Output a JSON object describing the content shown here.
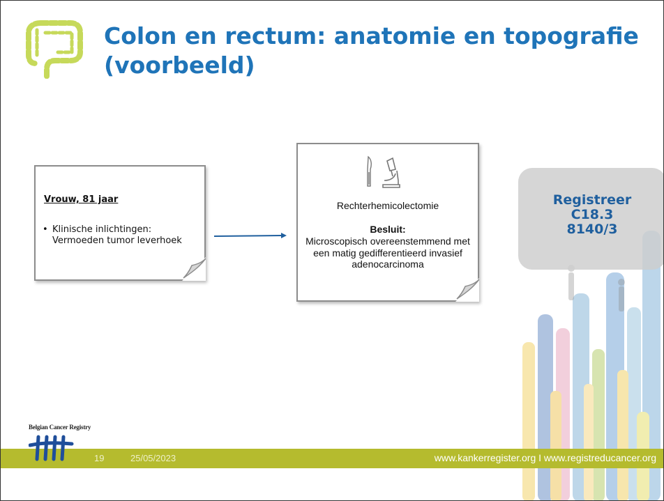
{
  "slide": {
    "title": "Colon en rectum: anatomie en topografie (voorbeeld)"
  },
  "patient_note": {
    "heading": "Vrouw, 81 jaar",
    "bullet": "•",
    "bullet_text": "Klinische inlichtingen: Vermoeden tumor leverhoek"
  },
  "pathology_note": {
    "procedure": "Rechterhemicolectomie",
    "verdict_label": "Besluit:",
    "verdict_text": "Microscopisch overeenstemmend met een matig gedifferentieerd invasief adenocarcinoma"
  },
  "register": {
    "line1": "Registreer",
    "line2": "C18.3",
    "line3": "8140/3"
  },
  "footer": {
    "org": "Belgian Cancer Registry",
    "page_number": "19",
    "date": "25/05/2023",
    "urls": "www.kankerregister.org  I  www.registreducancer.org"
  },
  "colors": {
    "title": "#1f74b8",
    "footer_bar": "#b5bb2e",
    "register_text": "#1f5f9e",
    "colon_icon": "#c6d95a",
    "arrow": "#1f5f9e"
  },
  "icons": {
    "colon": "colon-icon",
    "scalpel": "scalpel-icon",
    "microscope": "microscope-icon",
    "logo": "belgian-cancer-registry-logo"
  }
}
